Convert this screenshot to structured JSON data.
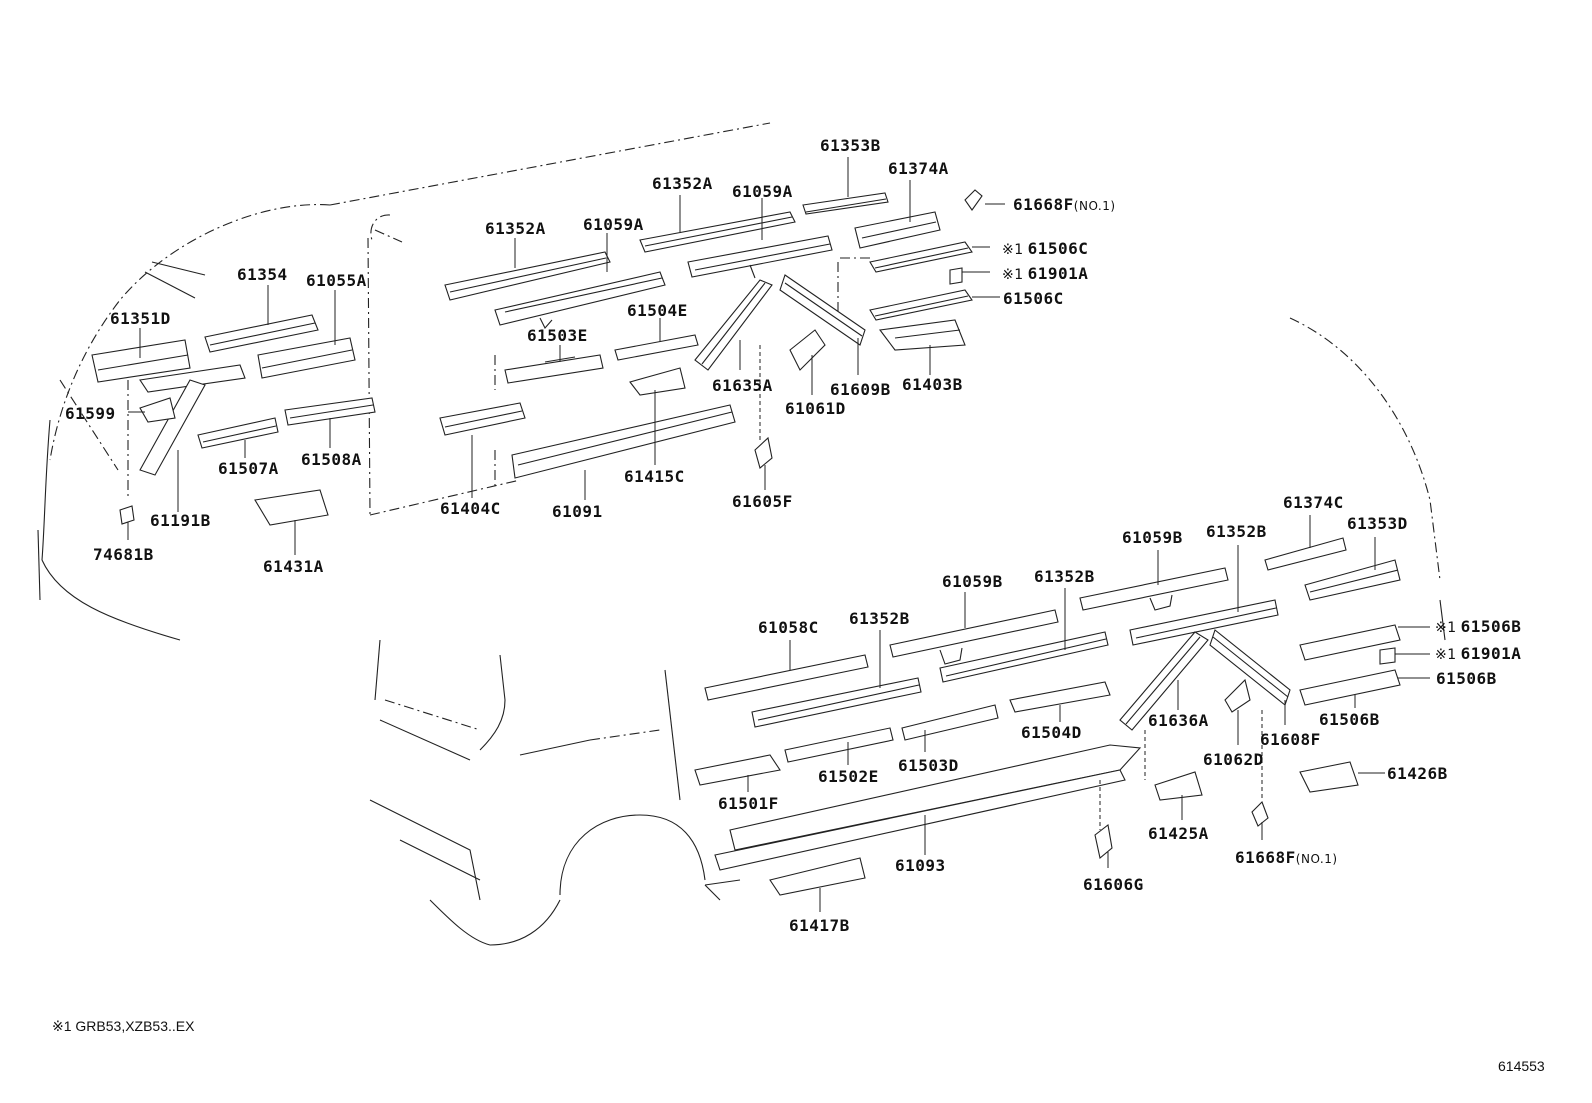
{
  "diagram": {
    "part_labels": {
      "p61353B_top": "61353B",
      "p61374A": "61374A",
      "p61352A_mid": "61352A",
      "p61059A_mid": "61059A",
      "p61668F_top": "61668F",
      "p61668F_top_suffix": "(NO.1)",
      "p61352A_left": "61352A",
      "p61059A_left": "61059A",
      "p61506C_1": "61506C",
      "p61901A_top": "61901A",
      "p61506C_2": "61506C",
      "p61354": "61354",
      "p61055A": "61055A",
      "p61351D": "61351D",
      "p61504E": "61504E",
      "p61503E": "61503E",
      "p61635A": "61635A",
      "p61609B": "61609B",
      "p61403B": "61403B",
      "p61061D": "61061D",
      "p61599": "61599",
      "p61507A": "61507A",
      "p61508A": "61508A",
      "p61415C": "61415C",
      "p61191B": "61191B",
      "p61404C": "61404C",
      "p61091": "61091",
      "p61605F": "61605F",
      "p74681B": "74681B",
      "p61431A": "61431A",
      "p61374C": "61374C",
      "p61059B_r": "61059B",
      "p61352B_r": "61352B",
      "p61353D": "61353D",
      "p61059B_m": "61059B",
      "p61352B_m": "61352B",
      "p61058C": "61058C",
      "p61352B_l": "61352B",
      "p61506B_1": "61506B",
      "p61901A_bot": "61901A",
      "p61506B_2": "61506B",
      "p61506B_3": "61506B",
      "p61636A": "61636A",
      "p61608F": "61608F",
      "p61504D": "61504D",
      "p61062D": "61062D",
      "p61502E": "61502E",
      "p61503D": "61503D",
      "p61501F": "61501F",
      "p61426B": "61426B",
      "p61425A": "61425A",
      "p61668F_bot": "61668F",
      "p61668F_bot_suffix": "(NO.1)",
      "p61093": "61093",
      "p61606G": "61606G",
      "p61417B": "61417B"
    },
    "marks": {
      "note_mark": "※1"
    },
    "footnote": "※1 GRB53,XZB53..EX",
    "diagram_code": "614553"
  }
}
